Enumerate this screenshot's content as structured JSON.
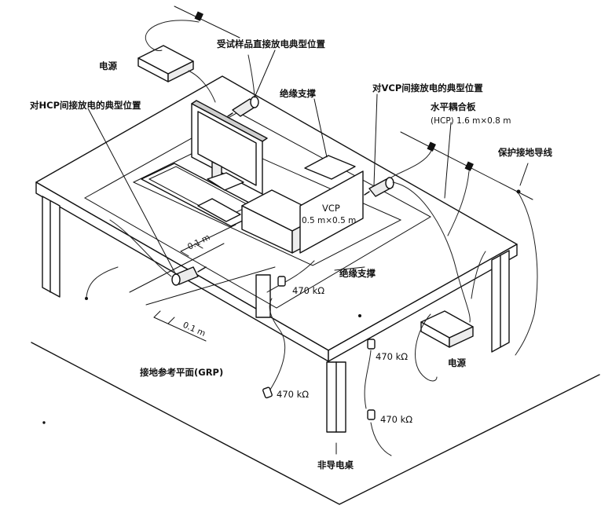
{
  "labels": {
    "power_top": "电源",
    "eut_direct": "受试样品直接放电典型位置",
    "insulation_top": "绝缘支撑",
    "vcp_discharge": "对VCP间接放电的典型位置",
    "hcp_discharge": "对HCP间接放电的典型位置",
    "hcp_title": "水平耦合板",
    "hcp_size": "(HCP) 1.6 m×0.8 m",
    "ground_wire": "保护接地导线",
    "vcp_name": "VCP",
    "vcp_size": "0.5 m×0.5 m",
    "dim_top": "0.1 m",
    "dim_bottom": "0.1 m",
    "insulation_bottom": "绝缘支撑",
    "res_1": "470 kΩ",
    "res_2": "470 kΩ",
    "res_3": "470 kΩ",
    "res_4": "470 kΩ",
    "power_bottom": "电源",
    "grp": "接地参考平面(GRP)",
    "table": "非导电桌"
  }
}
